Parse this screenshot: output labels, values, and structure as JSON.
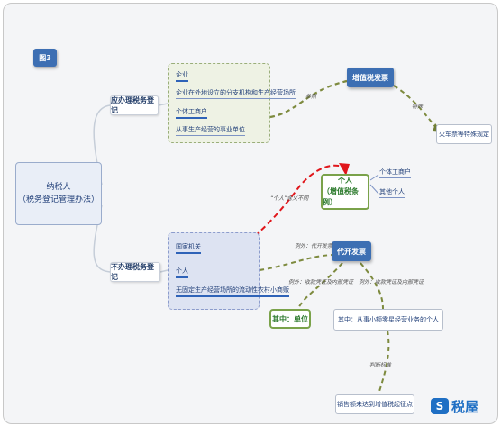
{
  "tag": "图3",
  "root": {
    "line1": "纳税人",
    "line2": "（税务登记管理办法）"
  },
  "branch_register": "应办理税务登记",
  "branch_no_register": "不办理税务登记",
  "register_items": [
    "企业",
    "企业在外地设立的分支机构和生产经营场所",
    "个体工商户",
    "从事生产经营的事业单位"
  ],
  "no_register_items": [
    "国家机关",
    "个人",
    "无固定生产经营场所的流动性农村小商贩"
  ],
  "vat_register": "增值税发票",
  "railway_rule": "火车票等特殊规定",
  "individual": {
    "line1": "个人",
    "line2": "（增值税条例）"
  },
  "individual_items": [
    "个体工商户",
    "其他个人"
  ],
  "proxy_invoice": "代开发票",
  "units": "其中：单位",
  "sporadic": "其中：从事小额零星经营业务的个人",
  "threshold": "销售额未达到增值税起征点",
  "labels": {
    "reference": "参照",
    "special": "特殊",
    "concept_diff": "“个人”含义不同",
    "proxy_usage": "例外：代开发票",
    "receipt_left": "例外：收款凭证及内部凭证",
    "receipt_right": "例外：收款凭证及内部凭证",
    "judgment": "判断标准"
  },
  "watermark": "税屋"
}
